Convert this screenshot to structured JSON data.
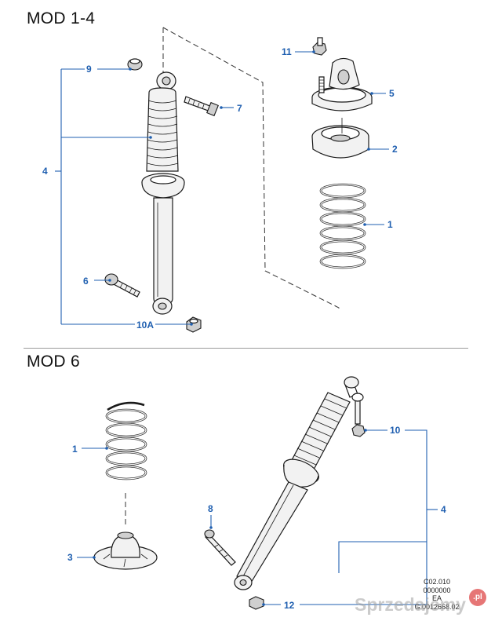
{
  "sections": {
    "mod14": "MOD 1-4",
    "mod6": "MOD 6"
  },
  "callouts": {
    "mod14": [
      "9",
      "7",
      "4",
      "11",
      "5",
      "2",
      "1",
      "6",
      "10A"
    ],
    "mod6": [
      "1",
      "10",
      "4",
      "8",
      "3",
      "12"
    ]
  },
  "reference": {
    "line1": "C02.010",
    "line2": "0000000",
    "line3": "EA",
    "line4": "G.0012668.02"
  },
  "watermark": {
    "text": "Sprzedajemy",
    "badge": ".pl"
  },
  "colors": {
    "callout": "#1f5fb0",
    "linework": "#1a1a1a",
    "divider": "#9a9a9a"
  }
}
